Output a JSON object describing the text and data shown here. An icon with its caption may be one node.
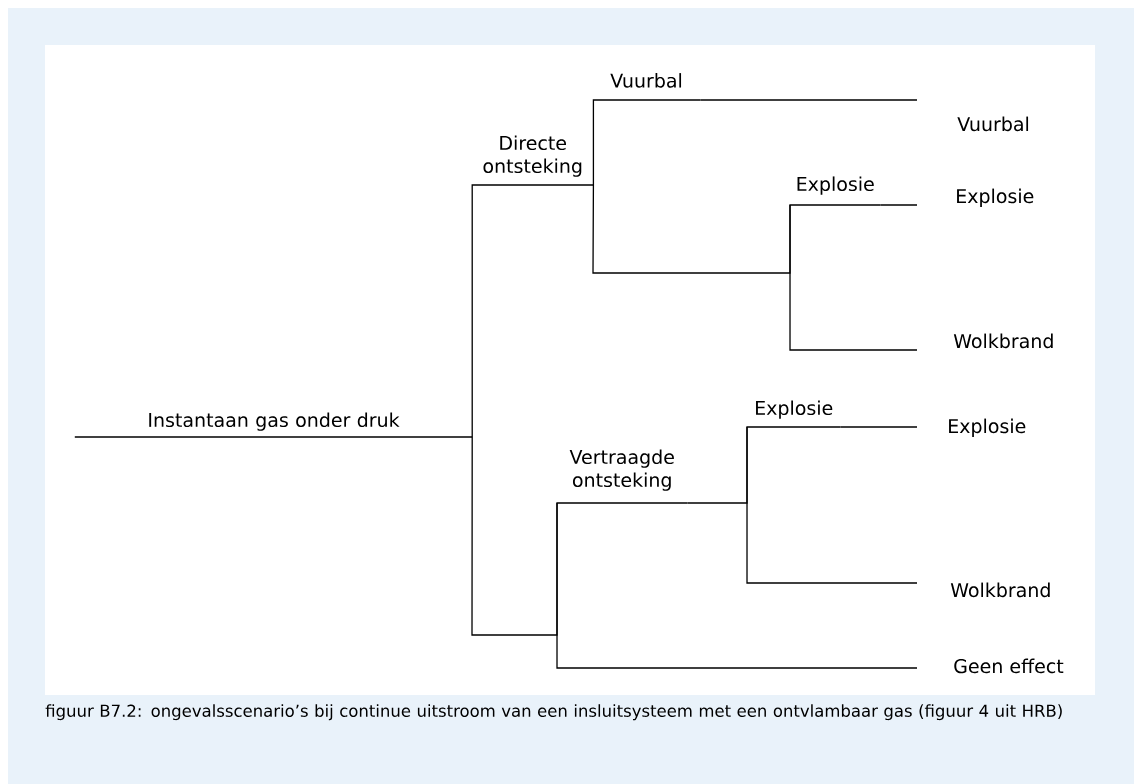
{
  "diagram": {
    "caption": "figuur B7.2: ongevalsscenario’s bij continue uitstroom van een insluitsysteem met een ontvlambaar gas (figuur 4 uit HRB)",
    "nodes": [
      {
        "text": [
          "Instantaan gas onder druk"
        ]
      },
      {
        "text": [
          "Directe ontsteking"
        ]
      },
      {
        "text": [
          "Vuurbal"
        ]
      },
      {
        "text": [
          "Explosie"
        ]
      },
      {
        "text": [
          "Vertraagde ontsteking"
        ]
      },
      {
        "text": [
          "Explosie"
        ]
      },
      {
        "text": [
          "Vuurbal"
        ]
      },
      {
        "text": [
          "Explosie"
        ]
      },
      {
        "text": [
          "Wolkbrand"
        ]
      },
      {
        "text": [
          "Explosie"
        ]
      },
      {
        "text": [
          "Wolkbrand"
        ]
      },
      {
        "text": [
          "Geen effect"
        ]
      }
    ],
    "edges": [
      {
        "from": 0,
        "to": 1,
        "arrow": "none"
      },
      {
        "from": 0,
        "to": 4,
        "arrow": "none"
      },
      {
        "from": 1,
        "to": 2,
        "arrow": "none"
      },
      {
        "from": 1,
        "to": 3,
        "arrow": "none"
      },
      {
        "from": 2,
        "to": 6,
        "arrow": "none"
      },
      {
        "from": 3,
        "to": 7,
        "arrow": "none"
      },
      {
        "from": 3,
        "to": 8,
        "arrow": "none"
      },
      {
        "from": 4,
        "to": 5,
        "arrow": "none"
      },
      {
        "from": 4,
        "to": 11,
        "arrow": "none"
      },
      {
        "from": 5,
        "to": 9,
        "arrow": "none"
      },
      {
        "from": 5,
        "to": 10,
        "arrow": "none"
      }
    ]
  }
}
